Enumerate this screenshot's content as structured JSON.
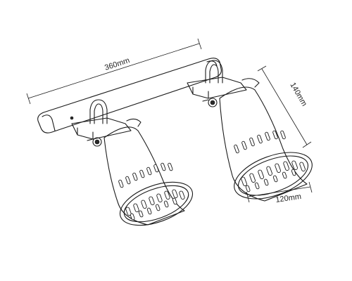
{
  "figure": {
    "title": "",
    "dimensions": {
      "width_label": "360mm",
      "height_label": "140mm",
      "depth_label": "120mm"
    },
    "colors": {
      "line": "#1a1a1a",
      "background": "#ffffff"
    }
  }
}
